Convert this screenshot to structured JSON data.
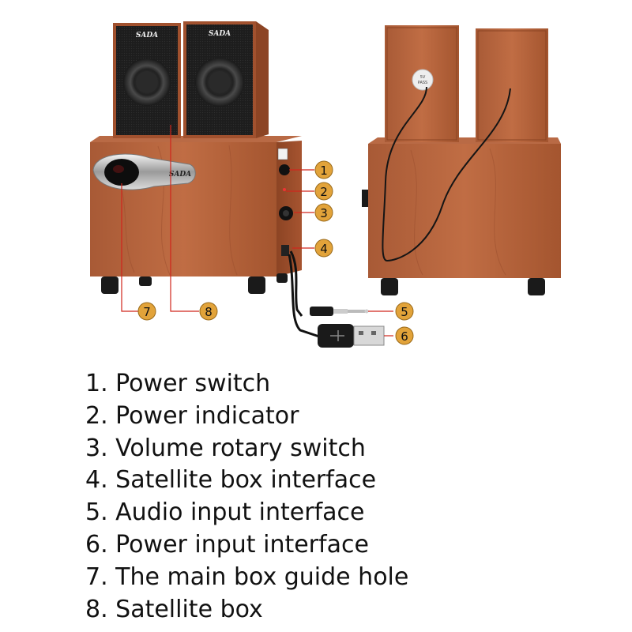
{
  "brand": "SADA",
  "sticker": [
    "5V",
    "PASS"
  ],
  "colors": {
    "wood": "#b9673e",
    "wood_dark": "#8e4526",
    "callout_fill": "#e2a33a",
    "callout_line": "#d0261c",
    "grille": "#1c1c1c"
  },
  "callouts": [
    "1",
    "2",
    "3",
    "4",
    "5",
    "6",
    "7",
    "8"
  ],
  "legend": [
    "1. Power switch",
    "2. Power indicator",
    "3. Volume rotary switch",
    "4. Satellite box interface",
    "5. Audio input interface",
    "6. Power input interface",
    "7. The main box guide hole",
    "8. Satellite box"
  ]
}
